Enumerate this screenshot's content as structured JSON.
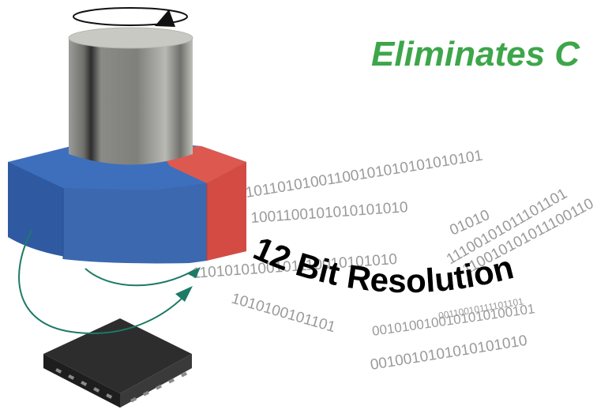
{
  "headline": "Eliminates C",
  "resolution_label": "12 Bit Resolution",
  "bit_streams": [
    "10110101001100101010101010101",
    "1001100101010101010",
    "01010",
    "1101010100101110010101010",
    "1010100101101",
    "11100101011101101",
    "110010101011100110",
    "00110010111101101",
    "0010010101010101010",
    "0010100100101010100101"
  ],
  "colors": {
    "headline": "#3da64a",
    "magnet_north": "#3a67b2",
    "magnet_south": "#dd5950",
    "shaft": "#8d8d8b",
    "sensor_chip": "#333333",
    "field_lines": "#1d7a66",
    "bits": "#9a9a9a"
  },
  "icons": [
    "rotation-arrow-icon",
    "field-line-arrow-icon"
  ]
}
